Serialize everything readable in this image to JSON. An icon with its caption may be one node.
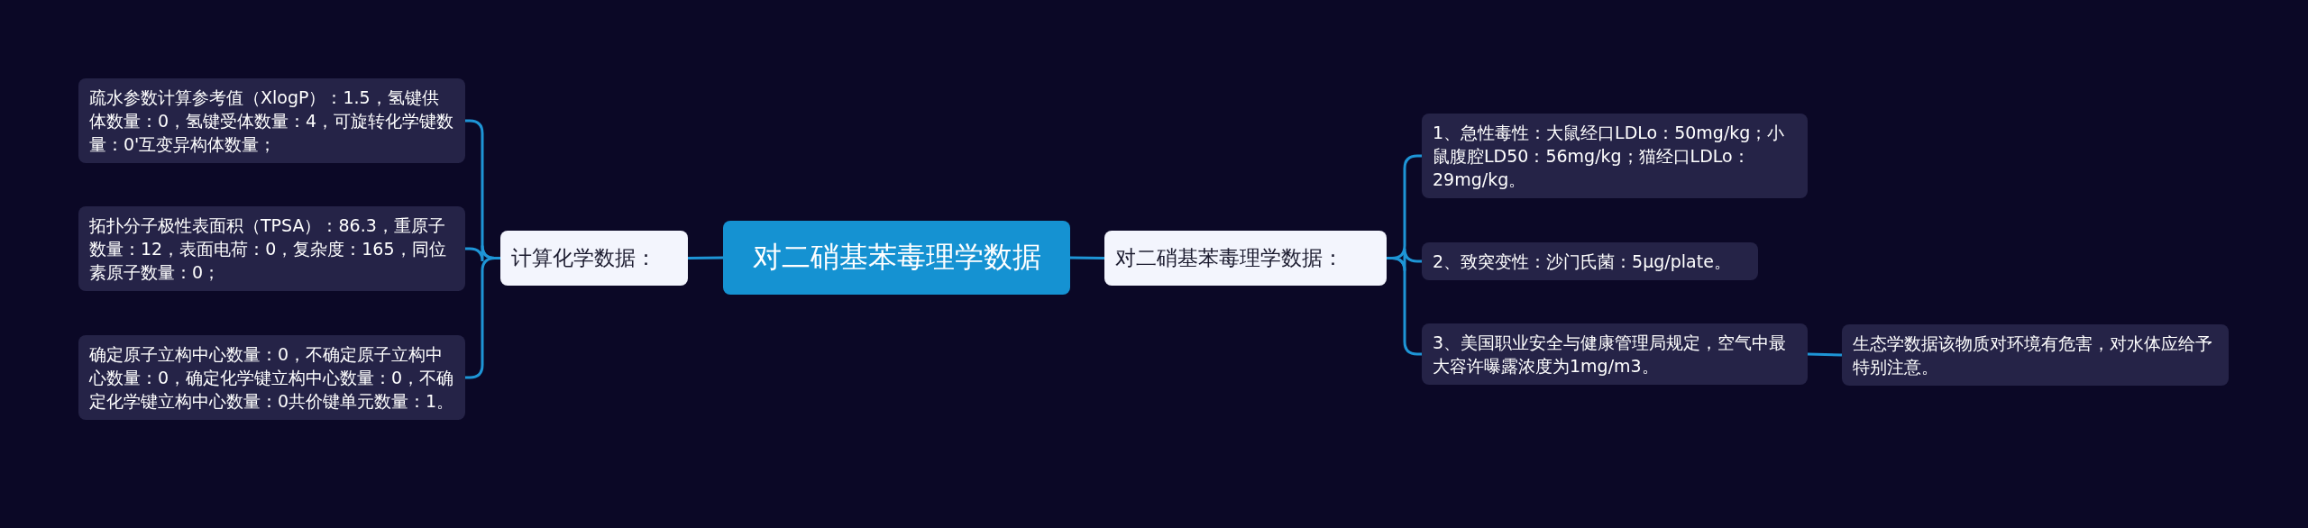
{
  "diagram": {
    "nodes": [
      {
        "text": [
          "对二硝基苯毒理学数据"
        ]
      },
      {
        "text": [
          "计算化学数据："
        ]
      },
      {
        "text": [
          "疏水参数计算参考值（XlogP）：1.5，氢键供体数量：0，氢键受体数量：4，可旋转化学键数量：0'互变异构体数量；"
        ]
      },
      {
        "text": [
          "拓扑分子极性表面积（TPSA）：86.3，重原子数量：12，表面电荷：0，复杂度：165，同位素原子数量：0；"
        ]
      },
      {
        "text": [
          "确定原子立构中心数量：0，不确定原子立构中心数量：0，确定化学键立构中心数量：0，不确定化学键立构中心数量：0共价键单元数量：1。"
        ]
      },
      {
        "text": [
          "对二硝基苯毒理学数据："
        ]
      },
      {
        "text": [
          "1、急性毒性：大鼠经口LDLo：50mg/kg；小鼠腹腔LD50：56mg/kg；猫经口LDLo：29mg/kg。"
        ]
      },
      {
        "text": [
          "2、致突变性：沙门氏菌：5μg/plate。"
        ]
      },
      {
        "text": [
          "3、美国职业安全与健康管理局规定，空气中最大容许曝露浓度为1mg/m3。"
        ]
      },
      {
        "text": [
          "生态学数据该物质对环境有危害，对水体应给予特别注意。"
        ]
      }
    ],
    "edges": [
      {
        "from": 0,
        "to": 1,
        "arrow": "none"
      },
      {
        "from": 1,
        "to": 2,
        "arrow": "none"
      },
      {
        "from": 1,
        "to": 3,
        "arrow": "none"
      },
      {
        "from": 1,
        "to": 4,
        "arrow": "none"
      },
      {
        "from": 0,
        "to": 5,
        "arrow": "none"
      },
      {
        "from": 5,
        "to": 6,
        "arrow": "none"
      },
      {
        "from": 5,
        "to": 7,
        "arrow": "none"
      },
      {
        "from": 5,
        "to": 8,
        "arrow": "none"
      },
      {
        "from": 8,
        "to": 9,
        "arrow": "none"
      }
    ]
  }
}
